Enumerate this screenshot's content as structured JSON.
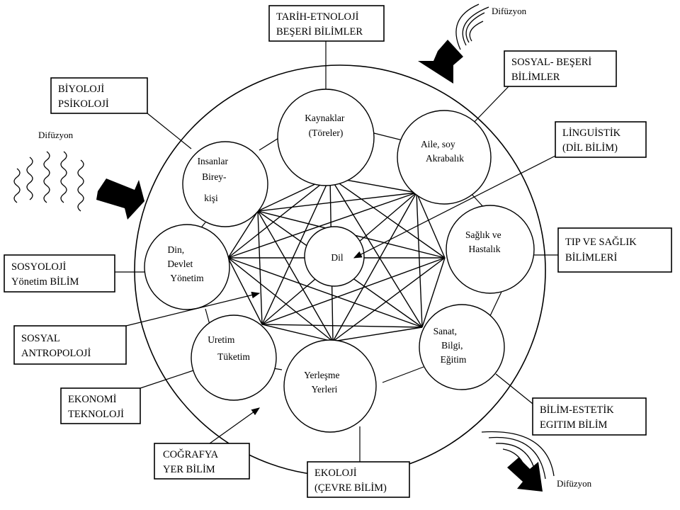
{
  "diagram": {
    "center": "Dil",
    "nodes": [
      {
        "id": "kaynaklar",
        "lines": [
          "Kaynaklar",
          "(Töreler)"
        ]
      },
      {
        "id": "aile",
        "lines": [
          "Aile, soy",
          "Akrabalık"
        ]
      },
      {
        "id": "saglik",
        "lines": [
          "Sağlık ve",
          "Hastalık"
        ]
      },
      {
        "id": "sanat",
        "lines": [
          "Sanat,",
          "Bilgi,",
          "Eğitim"
        ]
      },
      {
        "id": "yerlesme",
        "lines": [
          "Yerleşme",
          "Yerleri"
        ]
      },
      {
        "id": "uretim",
        "lines": [
          "Uretim",
          "Tüketim"
        ]
      },
      {
        "id": "din",
        "lines": [
          "Din,",
          "Devlet",
          "Yönetim"
        ]
      },
      {
        "id": "insanlar",
        "lines": [
          "Insanlar",
          "Birey-",
          "kişi"
        ]
      }
    ],
    "boxes": [
      {
        "id": "tarih",
        "lines": [
          "TARİH-ETNOLOJİ",
          "BEŞERİ BİLİMLER"
        ]
      },
      {
        "id": "sosyal-beseri",
        "lines": [
          "SOSYAL- BEŞERİ",
          "BİLİMLER"
        ]
      },
      {
        "id": "linguistik",
        "lines": [
          "LİNGUİSTİK",
          "(DİL BİLİM)"
        ]
      },
      {
        "id": "tip",
        "lines": [
          "TIP VE SAĞLIK",
          "BİLİMLERİ"
        ]
      },
      {
        "id": "bilim-estetik",
        "lines": [
          "BİLİM-ESTETİK",
          "EGITIM BİLİM"
        ]
      },
      {
        "id": "ekoloji",
        "lines": [
          "EKOLOJİ",
          "(ÇEVRE BİLİM)"
        ]
      },
      {
        "id": "cografya",
        "lines": [
          "COĞRAFYA",
          "YER BİLİM"
        ]
      },
      {
        "id": "ekonomi",
        "lines": [
          "EKONOMİ",
          "TEKNOLOJİ"
        ]
      },
      {
        "id": "sosyal-antropoloji",
        "lines": [
          "SOSYAL",
          "ANTROPOLOJİ"
        ]
      },
      {
        "id": "sosyoloji",
        "lines": [
          "SOSYOLOJİ",
          "Yönetim BİLİM"
        ]
      },
      {
        "id": "biyoloji",
        "lines": [
          "BİYOLOJİ",
          "PSİKOLOJİ"
        ]
      }
    ],
    "diffusion": [
      {
        "id": "top-right",
        "label": "Difüzyon"
      },
      {
        "id": "left",
        "label": "Difüzyon"
      },
      {
        "id": "bottom-right",
        "label": "Difüzyon"
      }
    ]
  }
}
